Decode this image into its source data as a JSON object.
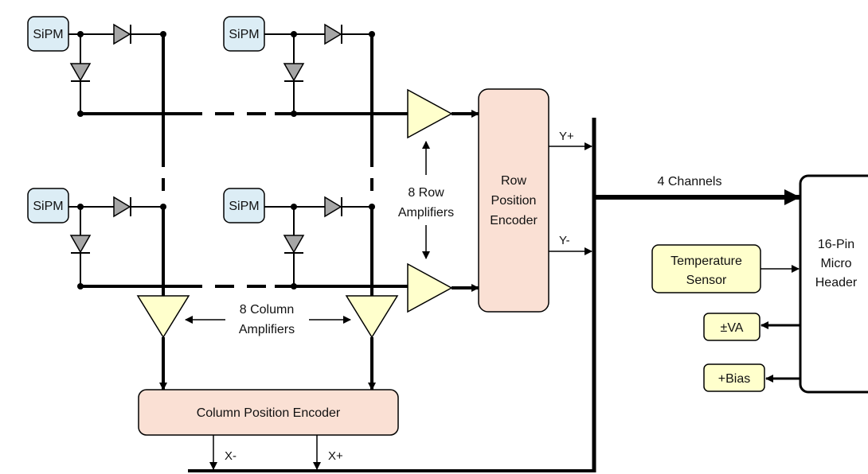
{
  "sipm": {
    "top_left": "SiPM",
    "top_right": "SiPM",
    "bottom_left": "SiPM",
    "bottom_right": "SiPM"
  },
  "row_encoder": {
    "line1": "Row",
    "line2": "Position",
    "line3": "Encoder"
  },
  "row_amplifiers": {
    "line1": "8 Row",
    "line2": "Amplifiers"
  },
  "column_amplifiers": {
    "line1": "8 Column",
    "line2": "Amplifiers"
  },
  "column_encoder": {
    "label": "Column Position Encoder"
  },
  "outputs": {
    "y_plus": "Y+",
    "y_minus": "Y-",
    "x_minus": "X-",
    "x_plus": "X+"
  },
  "bus": {
    "label": "4 Channels"
  },
  "temperature_sensor": {
    "line1": "Temperature",
    "line2": "Sensor"
  },
  "va": {
    "label": "±VA"
  },
  "bias": {
    "label": "+Bias"
  },
  "header": {
    "line1": "16-Pin",
    "line2": "Micro",
    "line3": "Header"
  },
  "colors": {
    "sipm_fill": "#dcedf5",
    "encoder_fill": "#fae0d4",
    "amplifier_fill": "#ffffcc",
    "sensor_fill": "#ffffcc",
    "diode_fill": "#a6a6a6",
    "line": "#000000"
  }
}
